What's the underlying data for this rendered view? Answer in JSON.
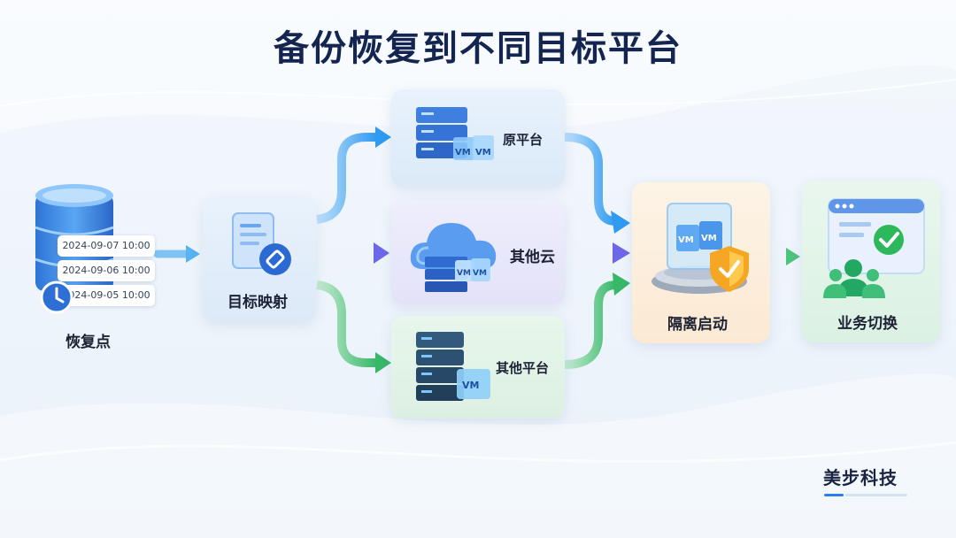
{
  "title": "备份恢复到不同目标平台",
  "nodes": {
    "restore_point": {
      "label": "恢复点",
      "dates": [
        "2024-09-07 10:00",
        "2024-09-06 10:00",
        "2024-09-05 10:00"
      ]
    },
    "target_mapping": {
      "label": "目标映射"
    },
    "original_platform": {
      "label": "原平台"
    },
    "other_cloud": {
      "label": "其他云"
    },
    "other_platform": {
      "label": "其他平台"
    },
    "isolated_boot": {
      "label": "隔离启动"
    },
    "business_switch": {
      "label": "业务切换"
    }
  },
  "icon_text": {
    "vm": "VM"
  },
  "brand": "美步科技",
  "colors": {
    "title": "#14264f",
    "arrow_blue": "#3aa6f2",
    "arrow_purple": "#7c76ee",
    "arrow_green": "#47c27a",
    "card_blue": "#e3effb",
    "card_purple": "#ecebfb",
    "card_green": "#e6f5ea",
    "card_orange": "#fdf0e1"
  }
}
